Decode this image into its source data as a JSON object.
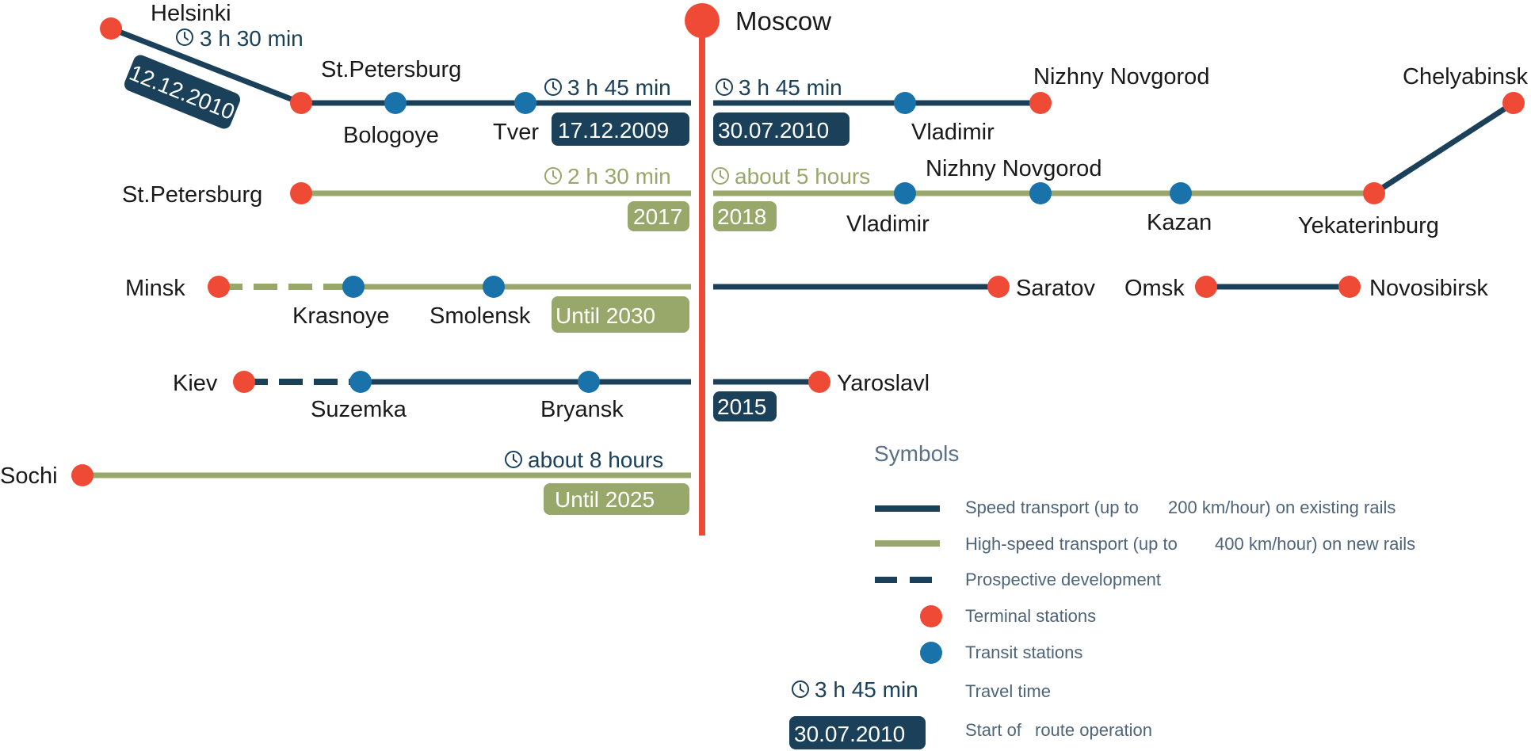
{
  "colors": {
    "dark": "#1b4059",
    "green": "#97a86a",
    "terminal": "#ef4a36",
    "transit": "#1a72aa",
    "axis": "#ef4a36"
  },
  "hub": {
    "name": "Moscow"
  },
  "routes": {
    "helsinki": {
      "terminal": "Helsinki",
      "junction": "St.Petersburg",
      "stations": [
        "Bologoye",
        "Tver"
      ],
      "time_helsinki": "3 h 30 min",
      "date_helsinki": "12.12.2010",
      "time": "3 h 45 min",
      "date": "17.12.2009"
    },
    "nizhny_speed": {
      "terminal": "Nizhny Novgorod",
      "stations": [
        "Vladimir"
      ],
      "time": "3 h 45 min",
      "date": "30.07.2010"
    },
    "spb_hs": {
      "terminal": "St.Petersburg",
      "time": "2 h 30 min",
      "year": "2017"
    },
    "ural_hs": {
      "stations": [
        "Vladimir",
        "Nizhny Novgorod",
        "Kazan",
        "Yekaterinburg"
      ],
      "terminal": "Chelyabinsk",
      "time": "about 5 hours",
      "year": "2018"
    },
    "minsk": {
      "terminal": "Minsk",
      "stations": [
        "Krasnoye",
        "Smolensk"
      ],
      "year": "Until 2030"
    },
    "saratov": {
      "terminal": "Saratov"
    },
    "omsk": {
      "from": "Omsk",
      "to": "Novosibirsk"
    },
    "kiev": {
      "terminal": "Kiev",
      "stations": [
        "Suzemka",
        "Bryansk"
      ]
    },
    "yaroslavl": {
      "terminal": "Yaroslavl",
      "year": "2015"
    },
    "sochi": {
      "terminal": "Sochi",
      "time": "about 8 hours",
      "year": "Until 2025"
    }
  },
  "legend": {
    "title": "Symbols",
    "speed": {
      "a": "Speed transport (up to",
      "b": "200 km/hour) on existing rails"
    },
    "highspeed": {
      "a": "High-speed transport (up to",
      "b": "400 km/hour) on new rails"
    },
    "prospective": "Prospective development",
    "terminal": "Terminal stations",
    "transit": "Transit stations",
    "sample_time": "3 h 45 min",
    "travel_time": "Travel time",
    "sample_date": "30.07.2010",
    "start_a": "Start of",
    "start_b": "route operation"
  }
}
